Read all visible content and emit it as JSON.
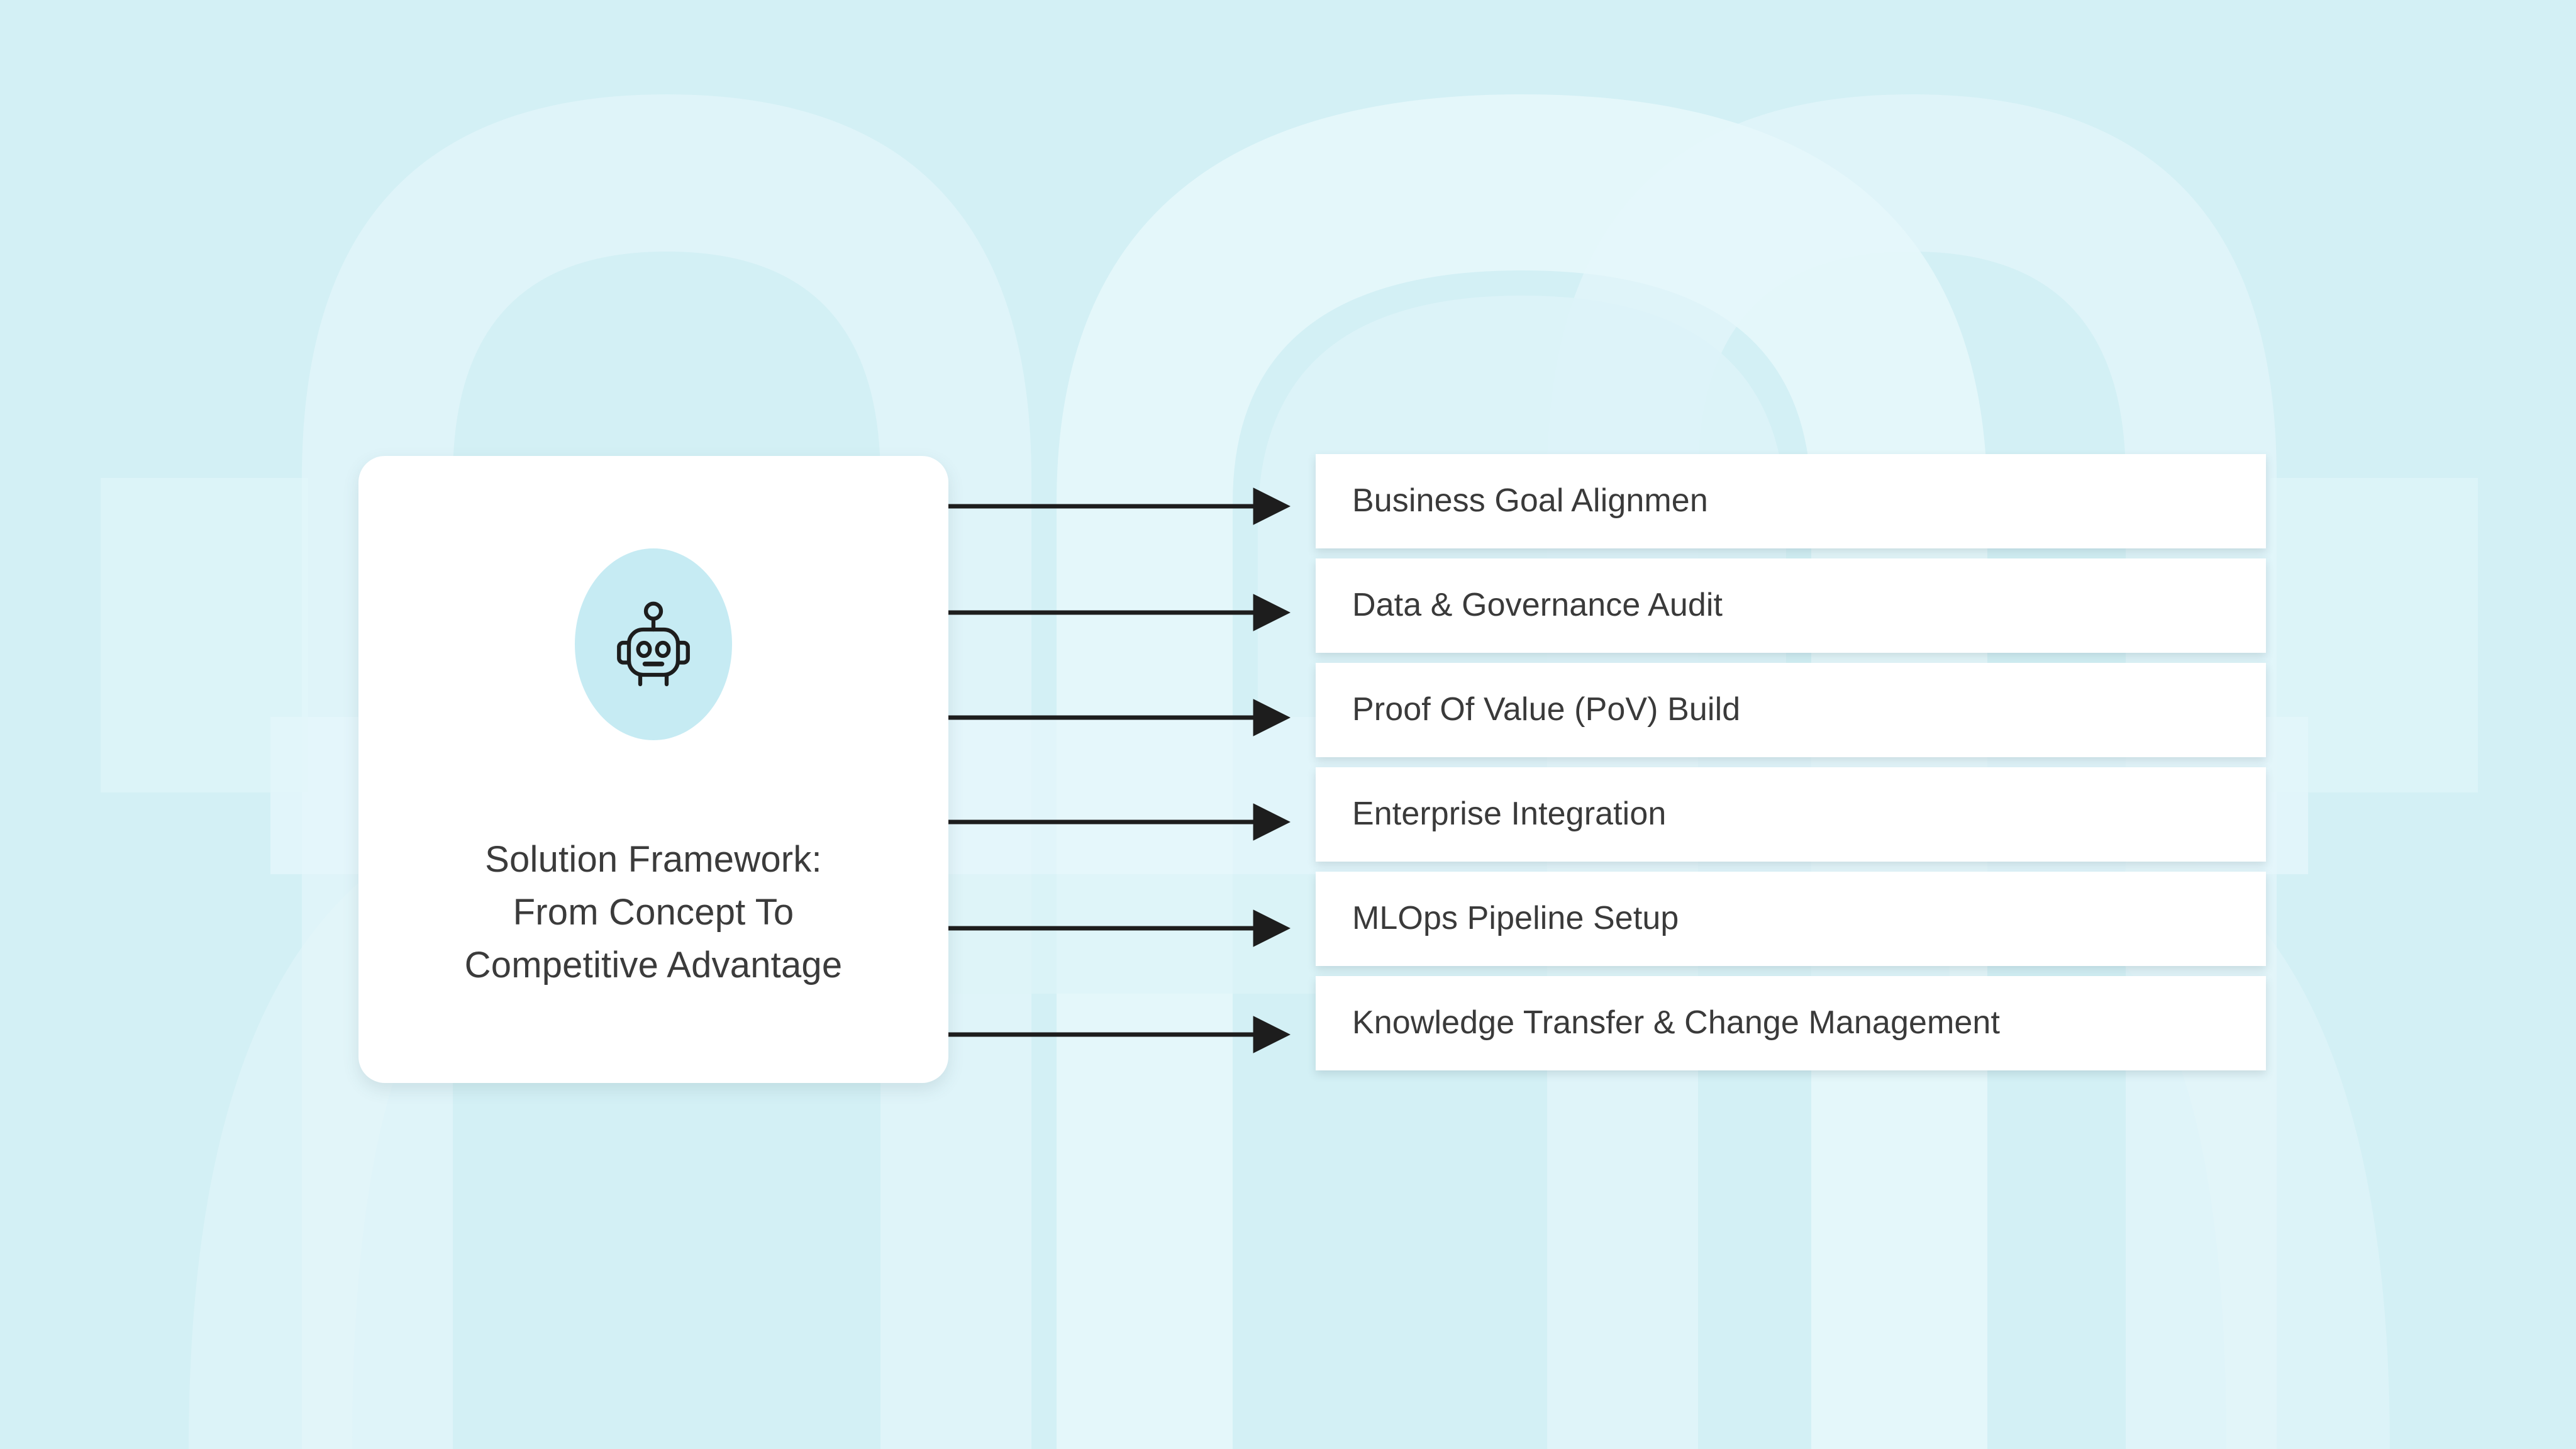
{
  "theme": {
    "background_color": "#d3f0f5",
    "watermark_color": "#e3f6fa",
    "watermark_color_alt": "#ddf3f8",
    "card_background": "#ffffff",
    "icon_circle_color": "#c6ebf3",
    "text_color": "#3a3a3a",
    "arrow_color": "#1d1d1d"
  },
  "hub": {
    "icon": "robot-icon",
    "title_lines": [
      "Solution Framework:",
      "From Concept To",
      "Competitive Advantage"
    ]
  },
  "steps": [
    {
      "label": "Business Goal Alignmen"
    },
    {
      "label": "Data & Governance Audit"
    },
    {
      "label": "Proof Of Value (PoV) Build"
    },
    {
      "label": "Enterprise Integration"
    },
    {
      "label": "MLOps Pipeline Setup"
    },
    {
      "label": "Knowledge Transfer & Change Management"
    }
  ],
  "connectors": [
    {
      "from": "hub",
      "to": "Business Goal Alignmen"
    },
    {
      "from": "hub",
      "to": "Data & Governance Audit"
    },
    {
      "from": "hub",
      "to": "Proof Of Value (PoV) Build"
    },
    {
      "from": "hub",
      "to": "Enterprise Integration"
    },
    {
      "from": "hub",
      "to": "MLOps Pipeline Setup"
    },
    {
      "from": "hub",
      "to": "Knowledge Transfer & Change Management"
    }
  ]
}
